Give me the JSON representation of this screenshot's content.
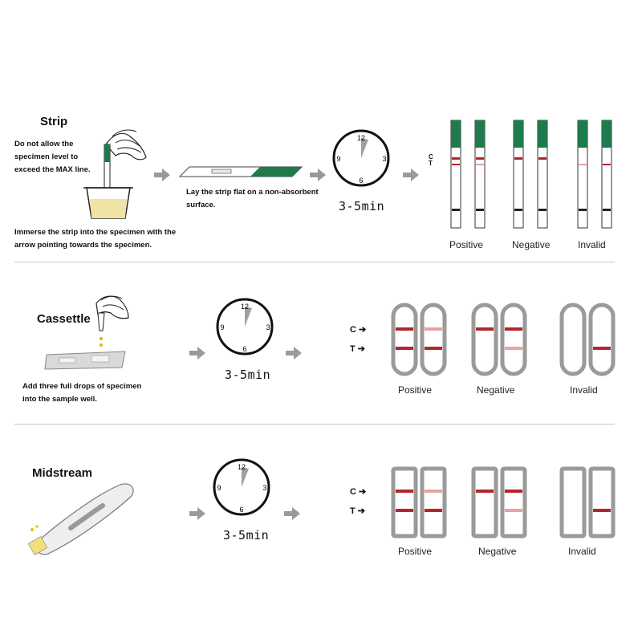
{
  "strip": {
    "title": "Strip",
    "note_left": [
      "Do not allow the",
      "specimen level to",
      "exceed the MAX line."
    ],
    "note_flat": [
      "Lay the strip flat on a non-absorbent",
      "surface."
    ],
    "note_bottom": [
      "Immerse the strip into the specimen with the",
      "arrow pointing towards the specimen."
    ],
    "time": "3-5min",
    "c_label": "C",
    "t_label": "T",
    "results": [
      "Positive",
      "Negative",
      "Invalid"
    ]
  },
  "cassette": {
    "title": "Cassettle",
    "note": [
      "Add three full drops of specimen",
      "into the sample well."
    ],
    "time": "3-5min",
    "c_label": "C",
    "t_label": "T",
    "results": [
      "Positive",
      "Negative",
      "Invalid"
    ]
  },
  "midstream": {
    "title": "Midstream",
    "time": "3-5min",
    "c_label": "C",
    "t_label": "T",
    "results": [
      "Positive",
      "Negative",
      "Invalid"
    ]
  },
  "clock": {
    "n12": "12",
    "n3": "3",
    "n6": "6",
    "n9": "9"
  },
  "colors": {
    "line_red": "#b3262c",
    "faint_red": "#e8a2a2",
    "device_gray": "#9a9a9a",
    "strip_green": "#1f7a4c",
    "arrow_gray": "#9a9a9a"
  }
}
